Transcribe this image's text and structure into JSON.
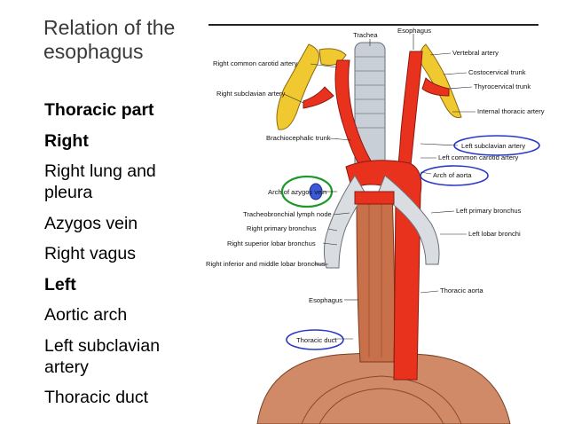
{
  "slide": {
    "title": "Relation of the esophagus",
    "bullets": [
      {
        "text": "Thoracic part",
        "bold": true
      },
      {
        "text": "Right",
        "bold": true
      },
      {
        "text": "Right lung and pleura",
        "bold": false
      },
      {
        "text": "Azygos vein",
        "bold": false
      },
      {
        "text": "Right vagus",
        "bold": false
      },
      {
        "text": "Left",
        "bold": true
      },
      {
        "text": "Aortic arch",
        "bold": false
      },
      {
        "text": "Left subclavian artery",
        "bold": false
      },
      {
        "text": "Thoracic duct",
        "bold": false
      }
    ]
  },
  "figure": {
    "labels": {
      "trachea": "Trachea",
      "esophagus_top": "Esophagus",
      "vertebral_artery": "Vertebral artery",
      "right_common_carotid": "Right common carotid artery",
      "costocervical_trunk": "Costocervical trunk",
      "thyrocervical_trunk": "Thyrocervical trunk",
      "right_subclavian": "Right subclavian artery",
      "internal_thoracic": "Internal thoracic artery",
      "brachiocephalic": "Brachiocephalic trunk",
      "left_subclavian": "Left subclavian artery",
      "left_common_carotid": "Left common carotid artery",
      "arch_of_aorta": "Arch of aorta",
      "arch_of_azygos": "Arch of azygos vein",
      "tracheobronchial_node": "Tracheobronchial lymph node",
      "left_primary_bronchus": "Left primary bronchus",
      "right_primary_bronchus": "Right primary bronchus",
      "left_lobar_bronchi": "Left lobar bronchi",
      "right_superior_lobar": "Right superior lobar bronchus",
      "right_inferior_middle": "Right inferior and middle lobar bronchus",
      "esophagus_mid": "Esophagus",
      "thoracic_aorta": "Thoracic aorta",
      "thoracic_duct": "Thoracic duct"
    },
    "colors": {
      "artery": "#e8321e",
      "esophagus": "#c8704a",
      "bone": "#f0c830",
      "trachea": "#c9cfd6",
      "diaphragm": "#d08a68",
      "highlight_blue": "#2838c8",
      "highlight_green": "#1a9a2a"
    }
  }
}
